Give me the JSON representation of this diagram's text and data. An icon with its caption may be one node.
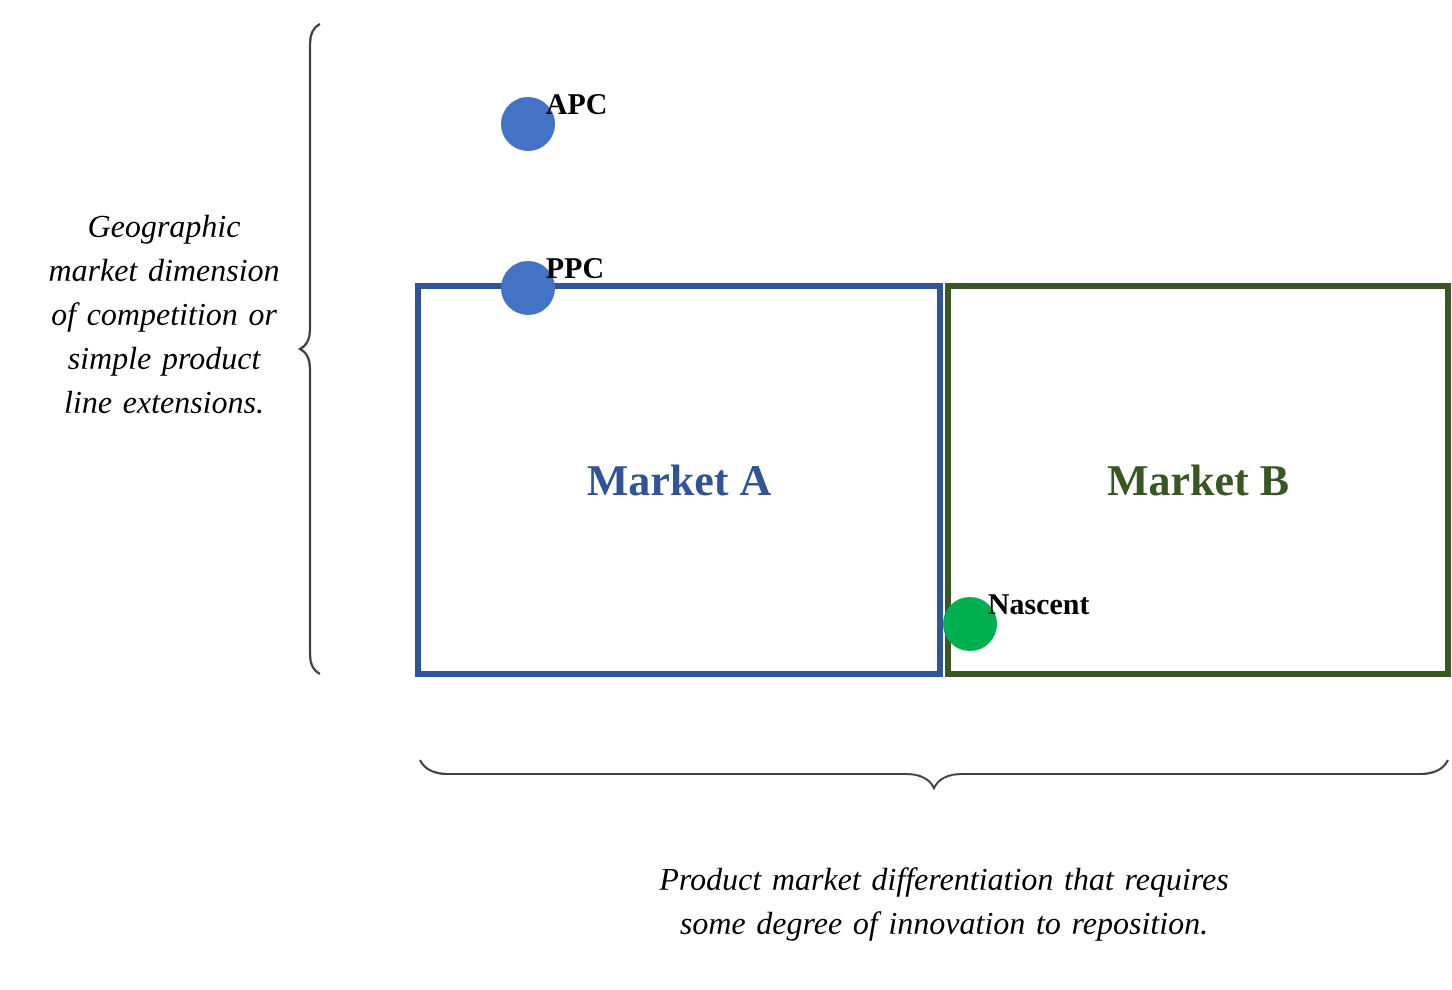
{
  "diagram": {
    "nodes": [
      {
        "text": [
          "Market A"
        ]
      },
      {
        "text": [
          "Market B"
        ]
      },
      {
        "text": [
          "APC"
        ]
      },
      {
        "text": [
          "PPC"
        ]
      },
      {
        "text": [
          "Nascent"
        ],
        "in": 1
      }
    ],
    "labels": [
      "Geographic market dimension of competition or simple product line extensions.",
      "Product market differentiation that requires some degree of innovation to reposition."
    ]
  }
}
